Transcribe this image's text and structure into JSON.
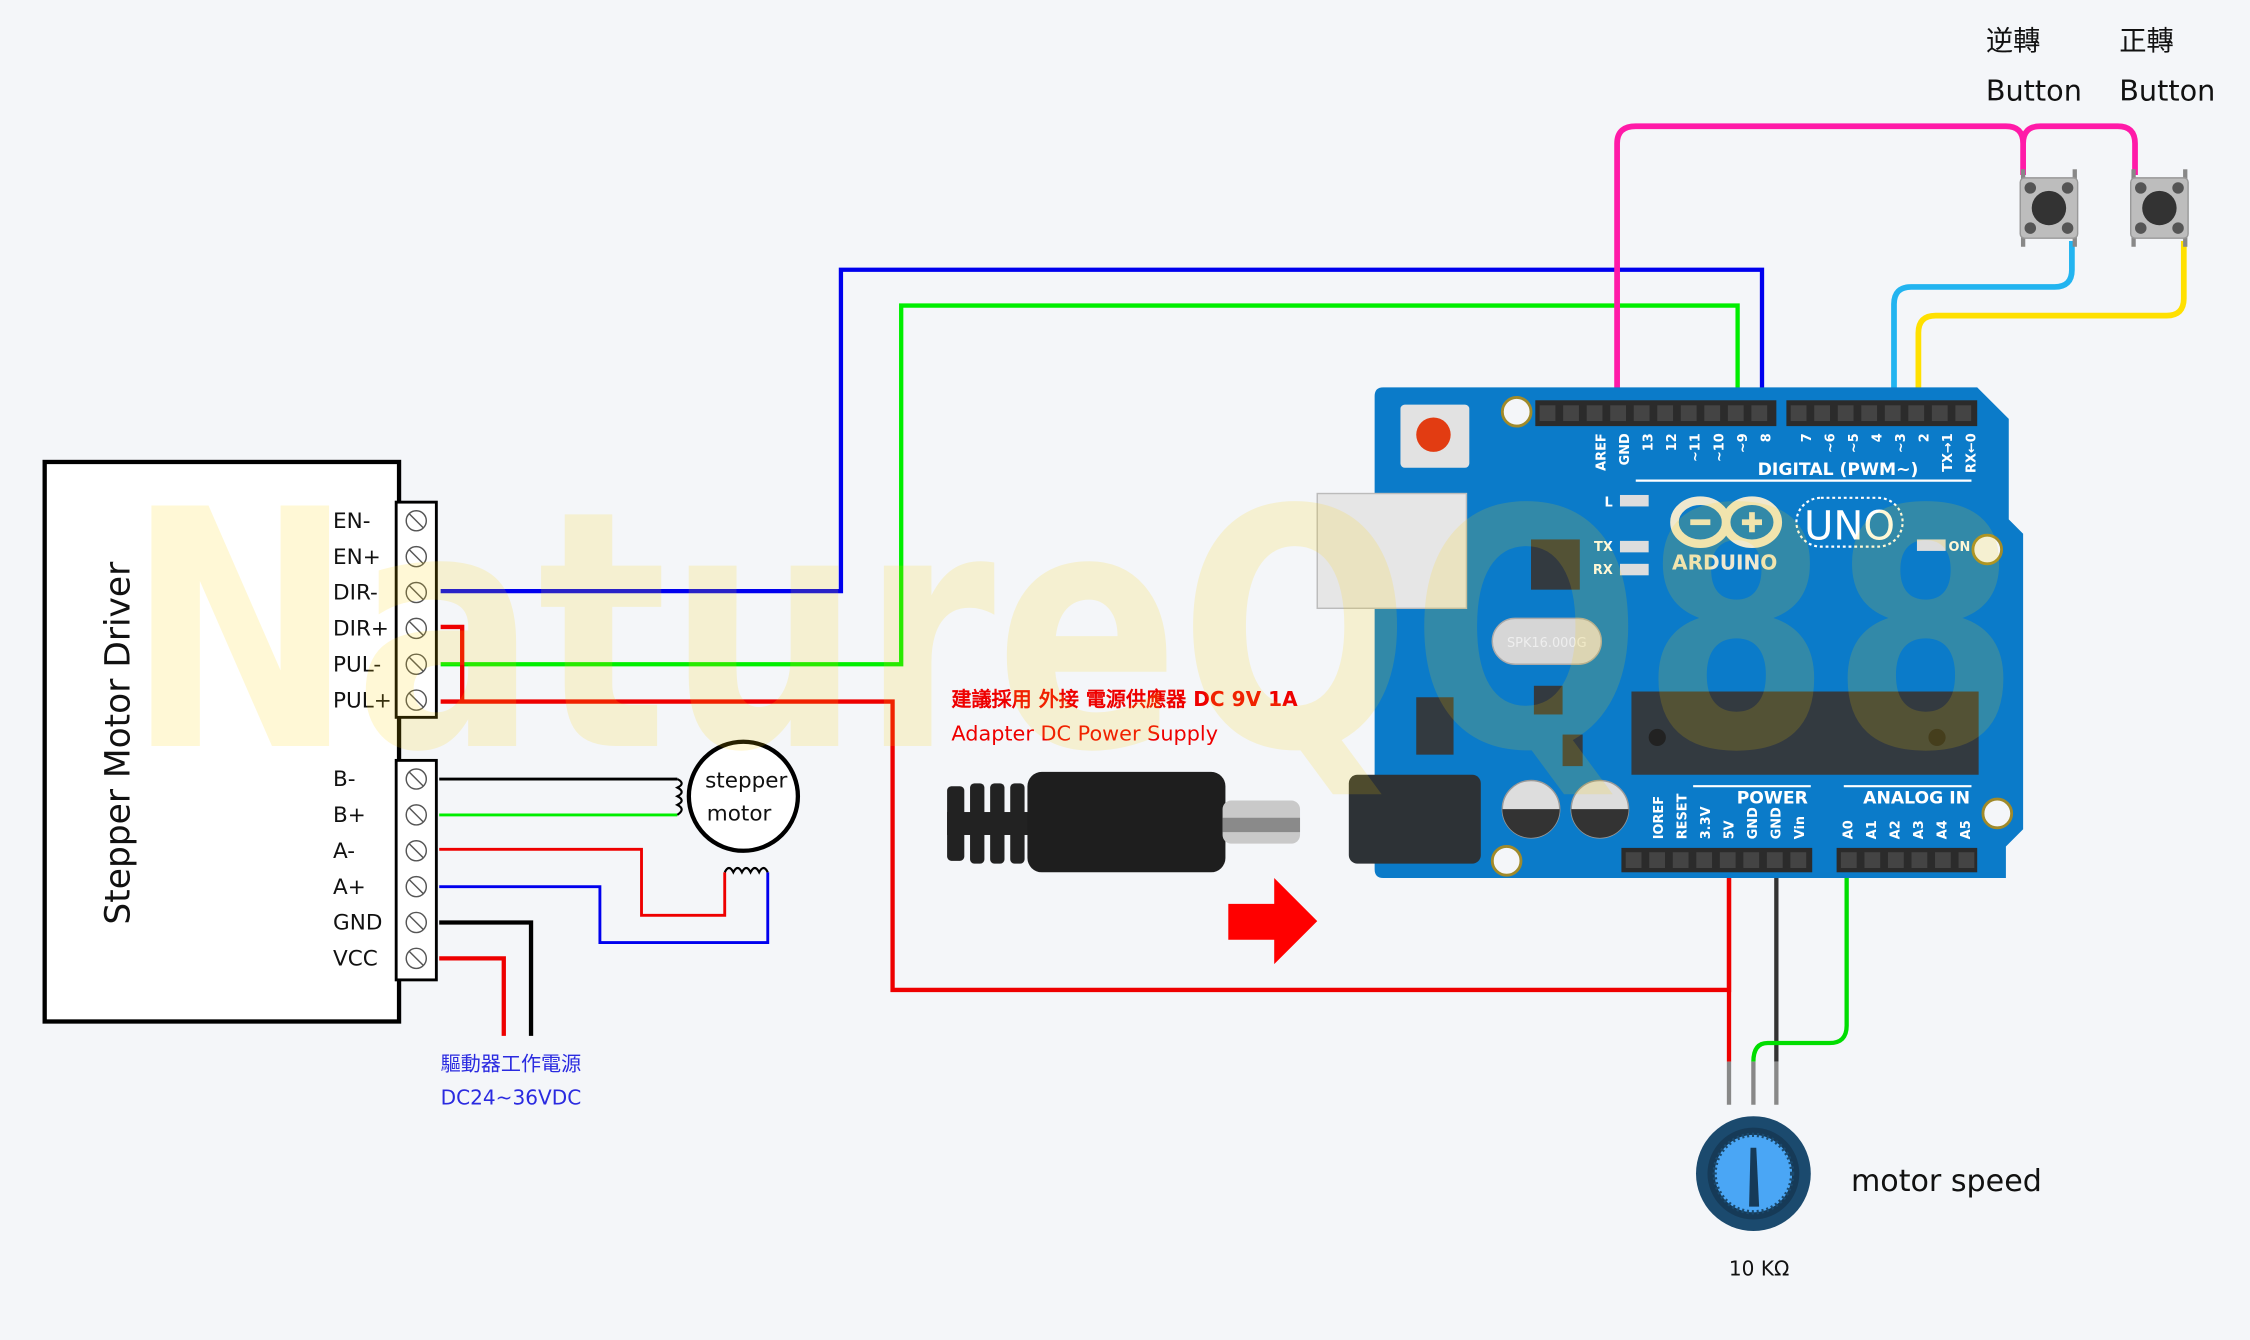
{
  "watermark": "NatureQQ88",
  "driver": {
    "title": "Stepper Motor Driver",
    "control_pins": [
      "EN-",
      "EN+",
      "DIR-",
      "DIR+",
      "PUL-",
      "PUL+"
    ],
    "power_pins": [
      "B-",
      "B+",
      "A-",
      "A+",
      "GND",
      "VCC"
    ],
    "power_note_line1": "驅動器工作電源",
    "power_note_line2": "DC24~36VDC"
  },
  "motor": {
    "line1": "stepper",
    "line2": "motor"
  },
  "adapter": {
    "line1": "建議採用 外接 電源供應器 DC 9V 1A",
    "line2": "Adapter DC Power Supply"
  },
  "buttons": [
    {
      "label_cn": "逆轉",
      "label_en": "Button"
    },
    {
      "label_cn": "正轉",
      "label_en": "Button"
    }
  ],
  "pot": {
    "label": "motor speed",
    "value": "10 KΩ"
  },
  "arduino": {
    "brand": "ARDUINO",
    "model": "UNO",
    "digital_header": "DIGITAL (PWM~)",
    "digital_pins_left": [
      "AREF",
      "GND",
      "13",
      "12",
      "~11",
      "~10",
      "~9",
      "8"
    ],
    "digital_pins_right": [
      "7",
      "~6",
      "~5",
      "4",
      "~3",
      "2",
      "TX→1",
      "RX←0"
    ],
    "power_header": "POWER",
    "power_pins": [
      "IOREF",
      "RESET",
      "3.3V",
      "5V",
      "GND",
      "GND",
      "Vin"
    ],
    "analog_header": "ANALOG IN",
    "analog_pins": [
      "A0",
      "A1",
      "A2",
      "A3",
      "A4",
      "A5"
    ],
    "leds": [
      "L",
      "TX",
      "RX",
      "ON"
    ],
    "crystal": "SPK16.000G"
  },
  "colors": {
    "board": "#0b7bc9",
    "wire_blue": "#0000ee",
    "wire_green": "#00ee00",
    "wire_red": "#ee0000",
    "wire_magenta": "#ff1aa8",
    "wire_cyan": "#22b4f0",
    "wire_yellow": "#ffe000",
    "note_blue": "#2a2ae0",
    "note_red": "#ee0000"
  }
}
